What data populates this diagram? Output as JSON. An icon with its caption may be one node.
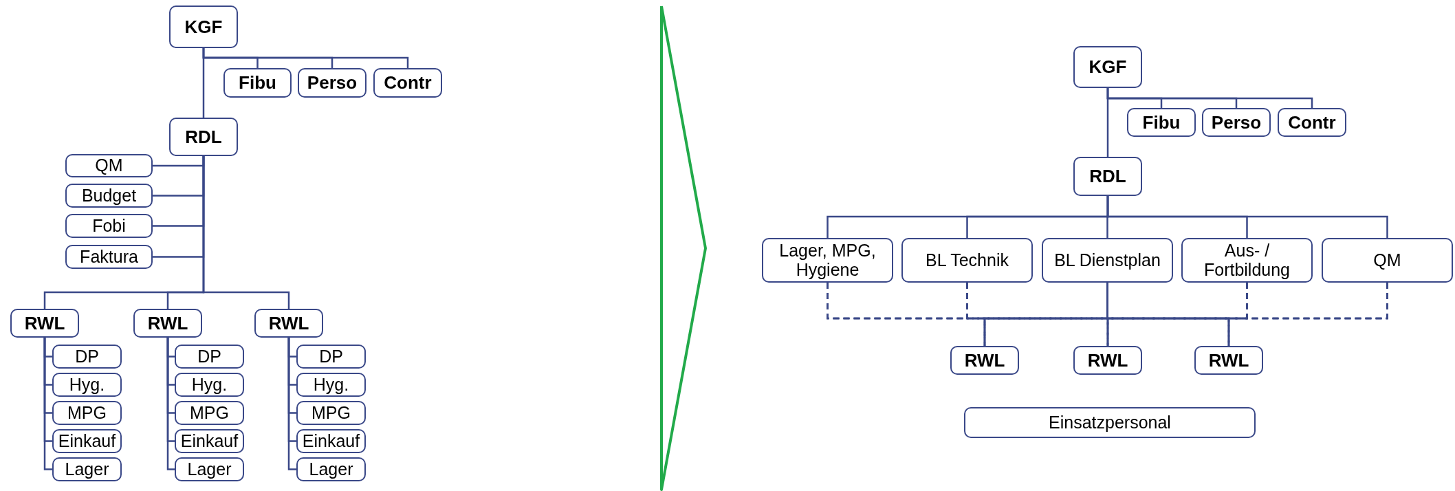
{
  "diagram": {
    "nodes": [
      {
        "text": [
          "KGF"
        ]
      },
      {
        "text": [
          "Fibu"
        ]
      },
      {
        "text": [
          "Perso"
        ]
      },
      {
        "text": [
          "Contr"
        ]
      },
      {
        "text": [
          "RDL"
        ]
      },
      {
        "text": [
          "QM"
        ]
      },
      {
        "text": [
          "Budget"
        ]
      },
      {
        "text": [
          "Fobi"
        ]
      },
      {
        "text": [
          "Faktura"
        ]
      },
      {
        "text": [
          "RWL"
        ]
      },
      {
        "text": [
          "DP"
        ]
      },
      {
        "text": [
          "Hyg."
        ]
      },
      {
        "text": [
          "MPG"
        ]
      },
      {
        "text": [
          "Einkauf"
        ]
      },
      {
        "text": [
          "Lager"
        ]
      },
      {
        "text": [
          "RWL"
        ]
      },
      {
        "text": [
          "DP"
        ]
      },
      {
        "text": [
          "Hyg."
        ]
      },
      {
        "text": [
          "MPG"
        ]
      },
      {
        "text": [
          "Einkauf"
        ]
      },
      {
        "text": [
          "Lager"
        ]
      },
      {
        "text": [
          "RWL"
        ]
      },
      {
        "text": [
          "DP"
        ]
      },
      {
        "text": [
          "Hyg."
        ]
      },
      {
        "text": [
          "MPG"
        ]
      },
      {
        "text": [
          "Einkauf"
        ]
      },
      {
        "text": [
          "Lager"
        ]
      },
      {
        "text": [
          "KGF"
        ]
      },
      {
        "text": [
          "Fibu"
        ]
      },
      {
        "text": [
          "Perso"
        ]
      },
      {
        "text": [
          "Contr"
        ]
      },
      {
        "text": [
          "RDL"
        ]
      },
      {
        "text": [
          "Lager, MPG, Hygiene"
        ]
      },
      {
        "text": [
          "BL Technik"
        ]
      },
      {
        "text": [
          "BL Dienstplan"
        ]
      },
      {
        "text": [
          "Aus- / Fortbildung"
        ]
      },
      {
        "text": [
          "QM"
        ]
      },
      {
        "text": [
          "RWL"
        ]
      },
      {
        "text": [
          "RWL"
        ]
      },
      {
        "text": [
          "RWL"
        ]
      },
      {
        "text": [
          "Einsatzpersonal"
        ]
      },
      {
        "text": [],
        "shape": "chevron"
      }
    ],
    "edges": [
      {
        "from": 0,
        "to": 1,
        "arrow": "none"
      },
      {
        "from": 0,
        "to": 2,
        "arrow": "none"
      },
      {
        "from": 0,
        "to": 3,
        "arrow": "none"
      },
      {
        "from": 0,
        "to": 4,
        "arrow": "none"
      },
      {
        "from": 4,
        "to": 5,
        "arrow": "none"
      },
      {
        "from": 4,
        "to": 6,
        "arrow": "none"
      },
      {
        "from": 4,
        "to": 7,
        "arrow": "none"
      },
      {
        "from": 4,
        "to": 8,
        "arrow": "none"
      },
      {
        "from": 4,
        "to": 9,
        "arrow": "none"
      },
      {
        "from": 4,
        "to": 15,
        "arrow": "none"
      },
      {
        "from": 4,
        "to": 21,
        "arrow": "none"
      },
      {
        "from": 9,
        "to": 10,
        "arrow": "none"
      },
      {
        "from": 9,
        "to": 11,
        "arrow": "none"
      },
      {
        "from": 9,
        "to": 12,
        "arrow": "none"
      },
      {
        "from": 9,
        "to": 13,
        "arrow": "none"
      },
      {
        "from": 9,
        "to": 14,
        "arrow": "none"
      },
      {
        "from": 15,
        "to": 16,
        "arrow": "none"
      },
      {
        "from": 15,
        "to": 17,
        "arrow": "none"
      },
      {
        "from": 15,
        "to": 18,
        "arrow": "none"
      },
      {
        "from": 15,
        "to": 19,
        "arrow": "none"
      },
      {
        "from": 15,
        "to": 20,
        "arrow": "none"
      },
      {
        "from": 21,
        "to": 22,
        "arrow": "none"
      },
      {
        "from": 21,
        "to": 23,
        "arrow": "none"
      },
      {
        "from": 21,
        "to": 24,
        "arrow": "none"
      },
      {
        "from": 21,
        "to": 25,
        "arrow": "none"
      },
      {
        "from": 21,
        "to": 26,
        "arrow": "none"
      },
      {
        "from": 27,
        "to": 28,
        "arrow": "none"
      },
      {
        "from": 27,
        "to": 29,
        "arrow": "none"
      },
      {
        "from": 27,
        "to": 30,
        "arrow": "none"
      },
      {
        "from": 27,
        "to": 31,
        "arrow": "none"
      },
      {
        "from": 31,
        "to": 32,
        "arrow": "none"
      },
      {
        "from": 31,
        "to": 33,
        "arrow": "none"
      },
      {
        "from": 31,
        "to": 34,
        "arrow": "none"
      },
      {
        "from": 31,
        "to": 35,
        "arrow": "none"
      },
      {
        "from": 31,
        "to": 36,
        "arrow": "none"
      },
      {
        "from": 32,
        "to": 37,
        "arrow": "none",
        "style": "dashed"
      },
      {
        "from": 32,
        "to": 38,
        "arrow": "none",
        "style": "dashed"
      },
      {
        "from": 32,
        "to": 39,
        "arrow": "none",
        "style": "dashed"
      },
      {
        "from": 33,
        "to": 37,
        "arrow": "none",
        "style": "dashed"
      },
      {
        "from": 33,
        "to": 38,
        "arrow": "none",
        "style": "dashed"
      },
      {
        "from": 33,
        "to": 39,
        "arrow": "none",
        "style": "dashed"
      },
      {
        "from": 35,
        "to": 37,
        "arrow": "none",
        "style": "dashed"
      },
      {
        "from": 35,
        "to": 38,
        "arrow": "none",
        "style": "dashed"
      },
      {
        "from": 35,
        "to": 39,
        "arrow": "none",
        "style": "dashed"
      },
      {
        "from": 36,
        "to": 37,
        "arrow": "none",
        "style": "dashed"
      },
      {
        "from": 36,
        "to": 38,
        "arrow": "none",
        "style": "dashed"
      },
      {
        "from": 36,
        "to": 39,
        "arrow": "none",
        "style": "dashed"
      },
      {
        "from": 34,
        "to": 37,
        "arrow": "none"
      },
      {
        "from": 34,
        "to": 38,
        "arrow": "none"
      },
      {
        "from": 34,
        "to": 39,
        "arrow": "none"
      }
    ]
  }
}
